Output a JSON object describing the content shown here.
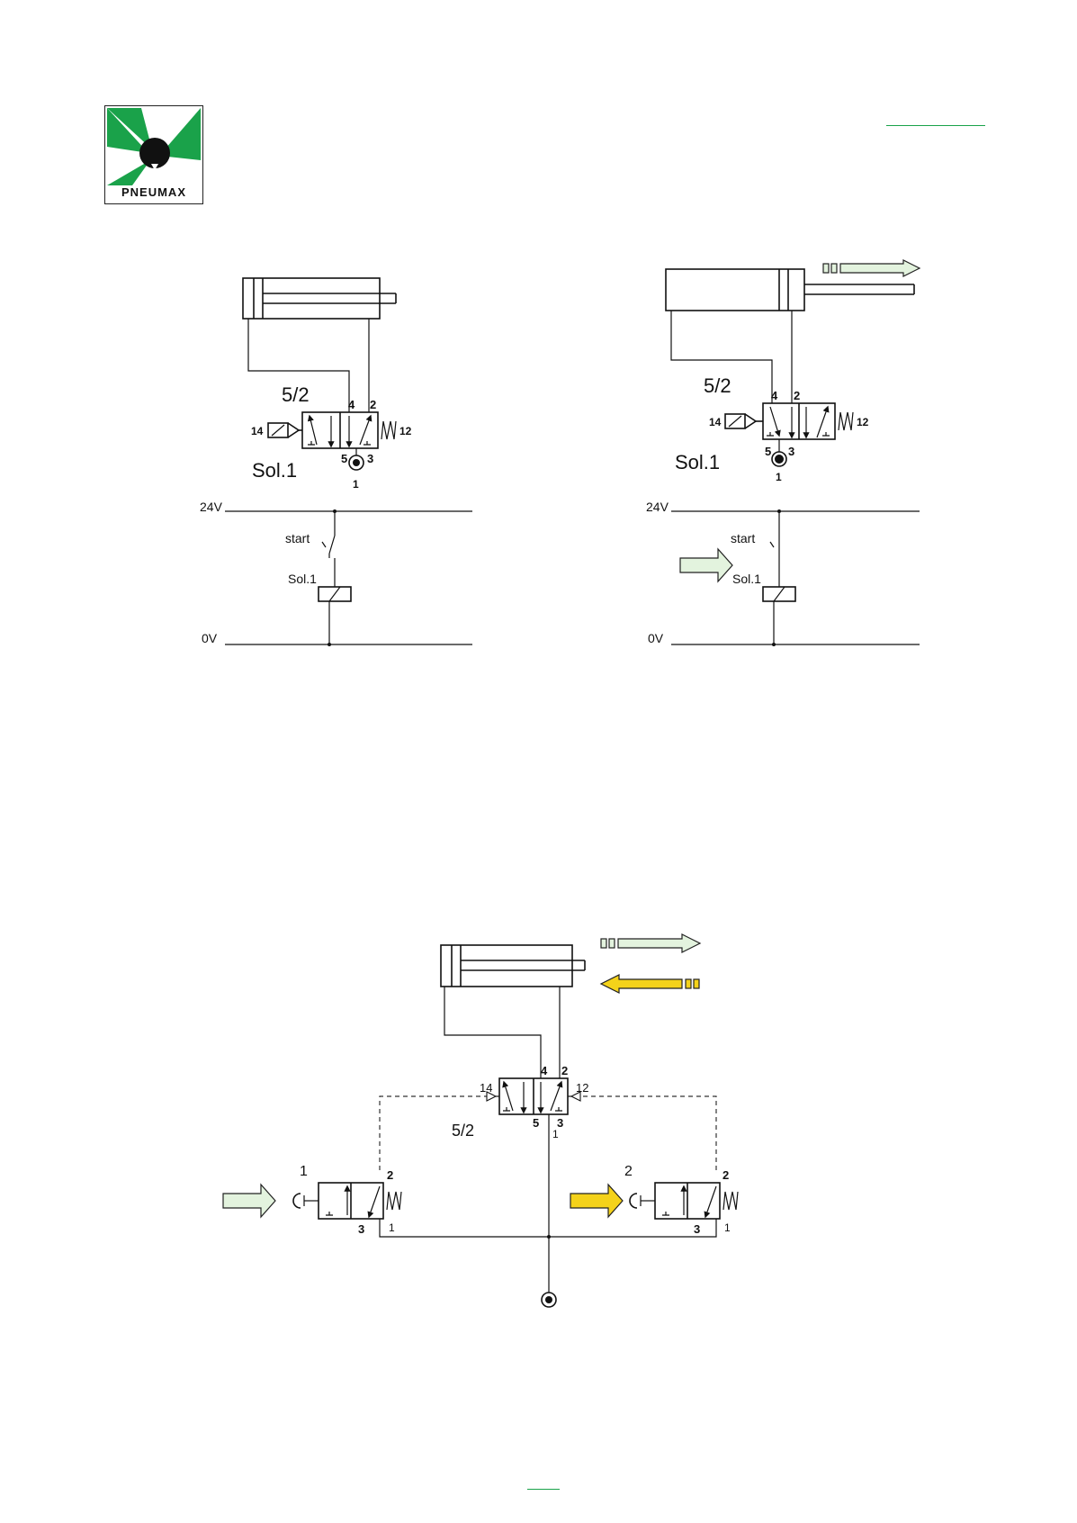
{
  "brand": {
    "logo_text": "PNEUMAX",
    "accent": "#1aa24a"
  },
  "arrow_colors": {
    "forward": "#e3f3de",
    "return": "#f4d21a",
    "outline": "#222222"
  },
  "diagram1": {
    "valve_type": "5/2",
    "solenoid": "Sol.1",
    "ports": {
      "p4": "4",
      "p2": "2",
      "p5": "5",
      "p3": "3",
      "p1": "1",
      "p14": "14",
      "p12": "12"
    },
    "rail_top": "24V",
    "rail_bottom": "0V",
    "switch_label": "start",
    "coil_label": "Sol.1"
  },
  "diagram2": {
    "valve_type": "5/2",
    "solenoid": "Sol.1",
    "ports": {
      "p4": "4",
      "p2": "2",
      "p5": "5",
      "p3": "3",
      "p1": "1",
      "p14": "14",
      "p12": "12"
    },
    "rail_top": "24V",
    "rail_bottom": "0V",
    "switch_label": "start",
    "coil_label": "Sol.1"
  },
  "diagram3": {
    "valve_type": "5/2",
    "ports": {
      "p4": "4",
      "p2": "2",
      "p5": "5",
      "p3": "3",
      "p1": "1",
      "p14": "14",
      "p12": "12"
    },
    "button1_label": "1",
    "button2_label": "2",
    "b1_ports": {
      "p2": "2",
      "p3": "3",
      "p1": "1"
    },
    "b2_ports": {
      "p2": "2",
      "p3": "3",
      "p1": "1"
    }
  }
}
